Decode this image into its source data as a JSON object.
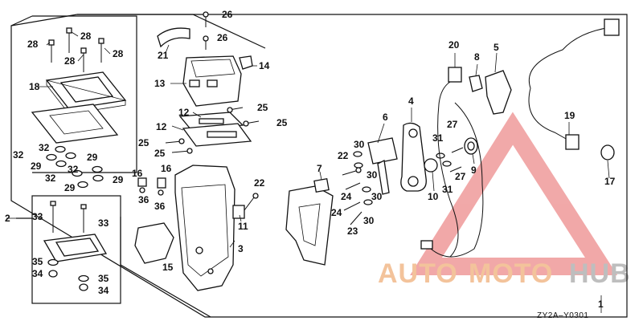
{
  "diagram": {
    "catalog_code": "ZY2A–Y0301",
    "watermark": {
      "part1": "AUTO",
      "part2": "MOTO",
      "part3": "HUB",
      "color_orange": "#f2b98a",
      "color_grey": "#b3b3b3",
      "triangle_color": "#ef9a9a"
    },
    "callouts": {
      "c1": "1",
      "c2": "2",
      "c3": "3",
      "c4": "4",
      "c5": "5",
      "c6": "6",
      "c7": "7",
      "c8": "8",
      "c9": "9",
      "c10": "10",
      "c11": "11",
      "c12a": "12",
      "c12b": "12",
      "c13": "13",
      "c14": "14",
      "c15": "15",
      "c16a": "16",
      "c16b": "16",
      "c17": "17",
      "c18": "18",
      "c19": "19",
      "c20": "20",
      "c21": "21",
      "c22a": "22",
      "c22b": "22",
      "c23": "23",
      "c24a": "24",
      "c24b": "24",
      "c25a": "25",
      "c25b": "25",
      "c25c": "25",
      "c25d": "25",
      "c26a": "26",
      "c26b": "26",
      "c27a": "27",
      "c27b": "27",
      "c28a": "28",
      "c28b": "28",
      "c28c": "28",
      "c28d": "28",
      "c29a": "29",
      "c29b": "29",
      "c29c": "29",
      "c29d": "29",
      "c30a": "30",
      "c30b": "30",
      "c30c": "30",
      "c30d": "30",
      "c31a": "31",
      "c31b": "31",
      "c32a": "32",
      "c32b": "32",
      "c32c": "32",
      "c32d": "32",
      "c33a": "33",
      "c33b": "33",
      "c34a": "34",
      "c34b": "34",
      "c35a": "35",
      "c35b": "35",
      "c36a": "36",
      "c36b": "36"
    }
  }
}
